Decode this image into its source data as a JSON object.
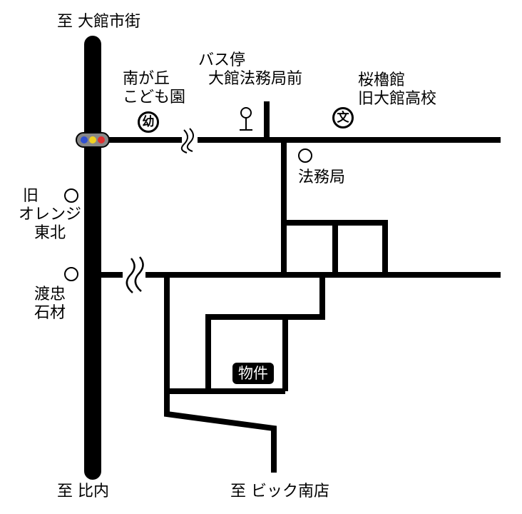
{
  "labels": {
    "to_odate": "至 大館市街",
    "to_hinai": "至 比内",
    "to_big_minami": "至 ビック南店",
    "bus_stop_line1": "バス停",
    "bus_stop_line2": "大館法務局前",
    "kindergarten_line1": "南が丘",
    "kindergarten_line2": "こども園",
    "school_line1": "桜櫓館",
    "school_line2": "旧大館高校",
    "legal_affairs": "法務局",
    "orange_line1": "旧",
    "orange_line2": "オレンジ",
    "orange_line3": "東北",
    "stone_line1": "渡忠",
    "stone_line2": "石材",
    "property": "物件"
  },
  "icons": {
    "kindergarten_symbol": "幼",
    "school_symbol": "文"
  },
  "colors": {
    "road": "#000000",
    "background": "#ffffff",
    "signal_red": "#e03030",
    "signal_yellow": "#f0d020",
    "signal_blue": "#3050d0"
  }
}
